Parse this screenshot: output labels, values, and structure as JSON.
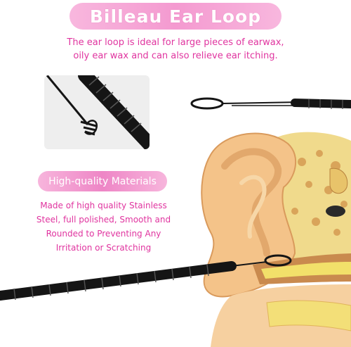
{
  "title": "Billeau Ear Loop",
  "intro": {
    "line1": "The ear loop is ideal for large pieces of earwax,",
    "line2": "oily ear wax and can also relieve ear itching."
  },
  "materials": {
    "heading": "High-quality Materials",
    "lines": [
      "Made of high quality Stainless",
      "Steel, full polished, Smooth and",
      "Rounded to Preventing Any",
      "Irritation or Scratching"
    ]
  },
  "colors": {
    "accent_pink": "#e0349f",
    "banner_pink": "#f49ad0",
    "tool_black": "#151515",
    "skin": "#f4c389",
    "inner_ear": "#f2e06a"
  },
  "icons": [
    "ear-loop-tool-image",
    "ear-cross-section-image",
    "tool-closeup-image"
  ]
}
